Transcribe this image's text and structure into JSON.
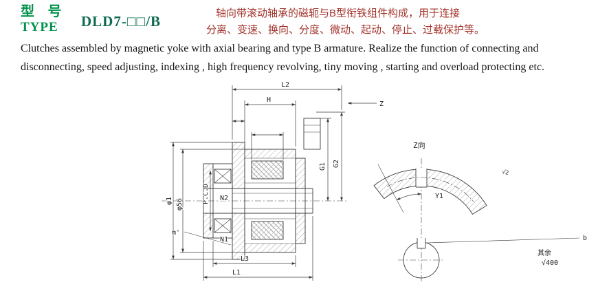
{
  "colors": {
    "heading_green": "#00914a",
    "model_green": "#0e6b52",
    "desc_red": "#a2332b",
    "body_text": "#141414",
    "line": "#3c3c3c"
  },
  "header": {
    "type_label_cn": "型 号",
    "type_label_en": "TYPE",
    "model": "DLD7-□□/B",
    "desc_cn_line1": "轴向带滚动轴承的磁轭与B型衔铁组件构成，用于连接",
    "desc_cn_line2": "分离、变速、换向、分度、微动、起动、停止、过载保护等。",
    "desc_en_line1": "Clutches assembled by magnetic yoke with axial bearing and type B armature. Realize the function of connecting and",
    "desc_en_line2": "disconnecting, speed adjusting, indexing , high frequency revolving, tiny moving , starting and overload protecting etc."
  },
  "drawing": {
    "labels": {
      "l1": "L1",
      "l2": "L2",
      "l3": "L3",
      "h": "H",
      "z": "Z",
      "z_view": "Z向",
      "g1": "G1",
      "g2": "G2",
      "n1": "N1",
      "n2": "N2",
      "m": "m'",
      "dia1": "φ1",
      "dia2": "φ56",
      "pcd": "P.C.D",
      "y1": "Y1",
      "b": "b",
      "finish_small": "√2",
      "finish_note_cn": "其余",
      "finish_note_val": "√400"
    }
  }
}
